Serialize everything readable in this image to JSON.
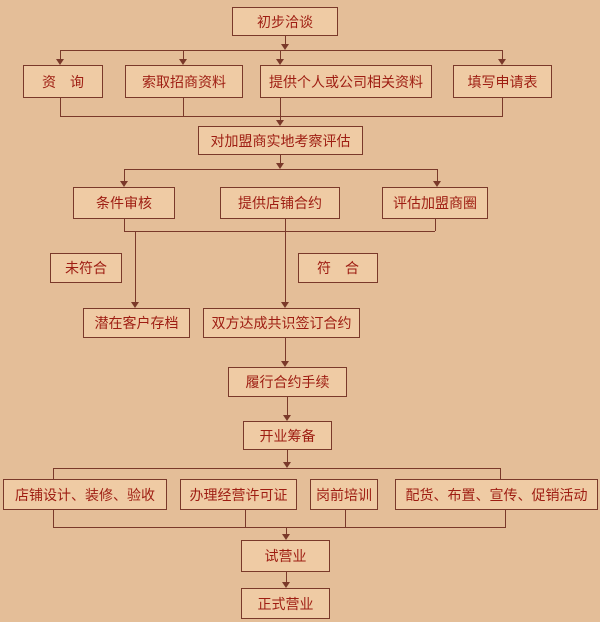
{
  "meta": {
    "background_color": "#E4BE98",
    "box_fill_color": "#EFCBA4",
    "border_color": "#7A392A",
    "text_color": "#9E1D12"
  },
  "nodes": {
    "initial_talk": {
      "label": "初步洽谈"
    },
    "inquiry": {
      "label": "资　询"
    },
    "request_materials": {
      "label": "索取招商资料"
    },
    "provide_info": {
      "label": "提供个人或公司相关资料"
    },
    "fill_application": {
      "label": "填写申请表"
    },
    "site_evaluation": {
      "label": "对加盟商实地考察评估"
    },
    "condition_review": {
      "label": "条件审核"
    },
    "provide_store_contract": {
      "label": "提供店铺合约"
    },
    "evaluate_trade_area": {
      "label": "评估加盟商圈"
    },
    "not_qualified": {
      "label": "未符合"
    },
    "qualified": {
      "label": "符　合"
    },
    "archive_potential_customer": {
      "label": "潜在客户存档"
    },
    "sign_contract": {
      "label": "双方达成共识签订合约"
    },
    "fulfill_contract": {
      "label": "履行合约手续"
    },
    "opening_preparation": {
      "label": "开业筹备"
    },
    "store_design": {
      "label": "店铺设计、装修、验收"
    },
    "business_license": {
      "label": "办理经营许可证"
    },
    "pre_job_training": {
      "label": "岗前培训"
    },
    "goods_promotion": {
      "label": "配货、布置、宣传、促销活动"
    },
    "trial_operation": {
      "label": "试营业"
    },
    "official_operation": {
      "label": "正式营业"
    }
  }
}
